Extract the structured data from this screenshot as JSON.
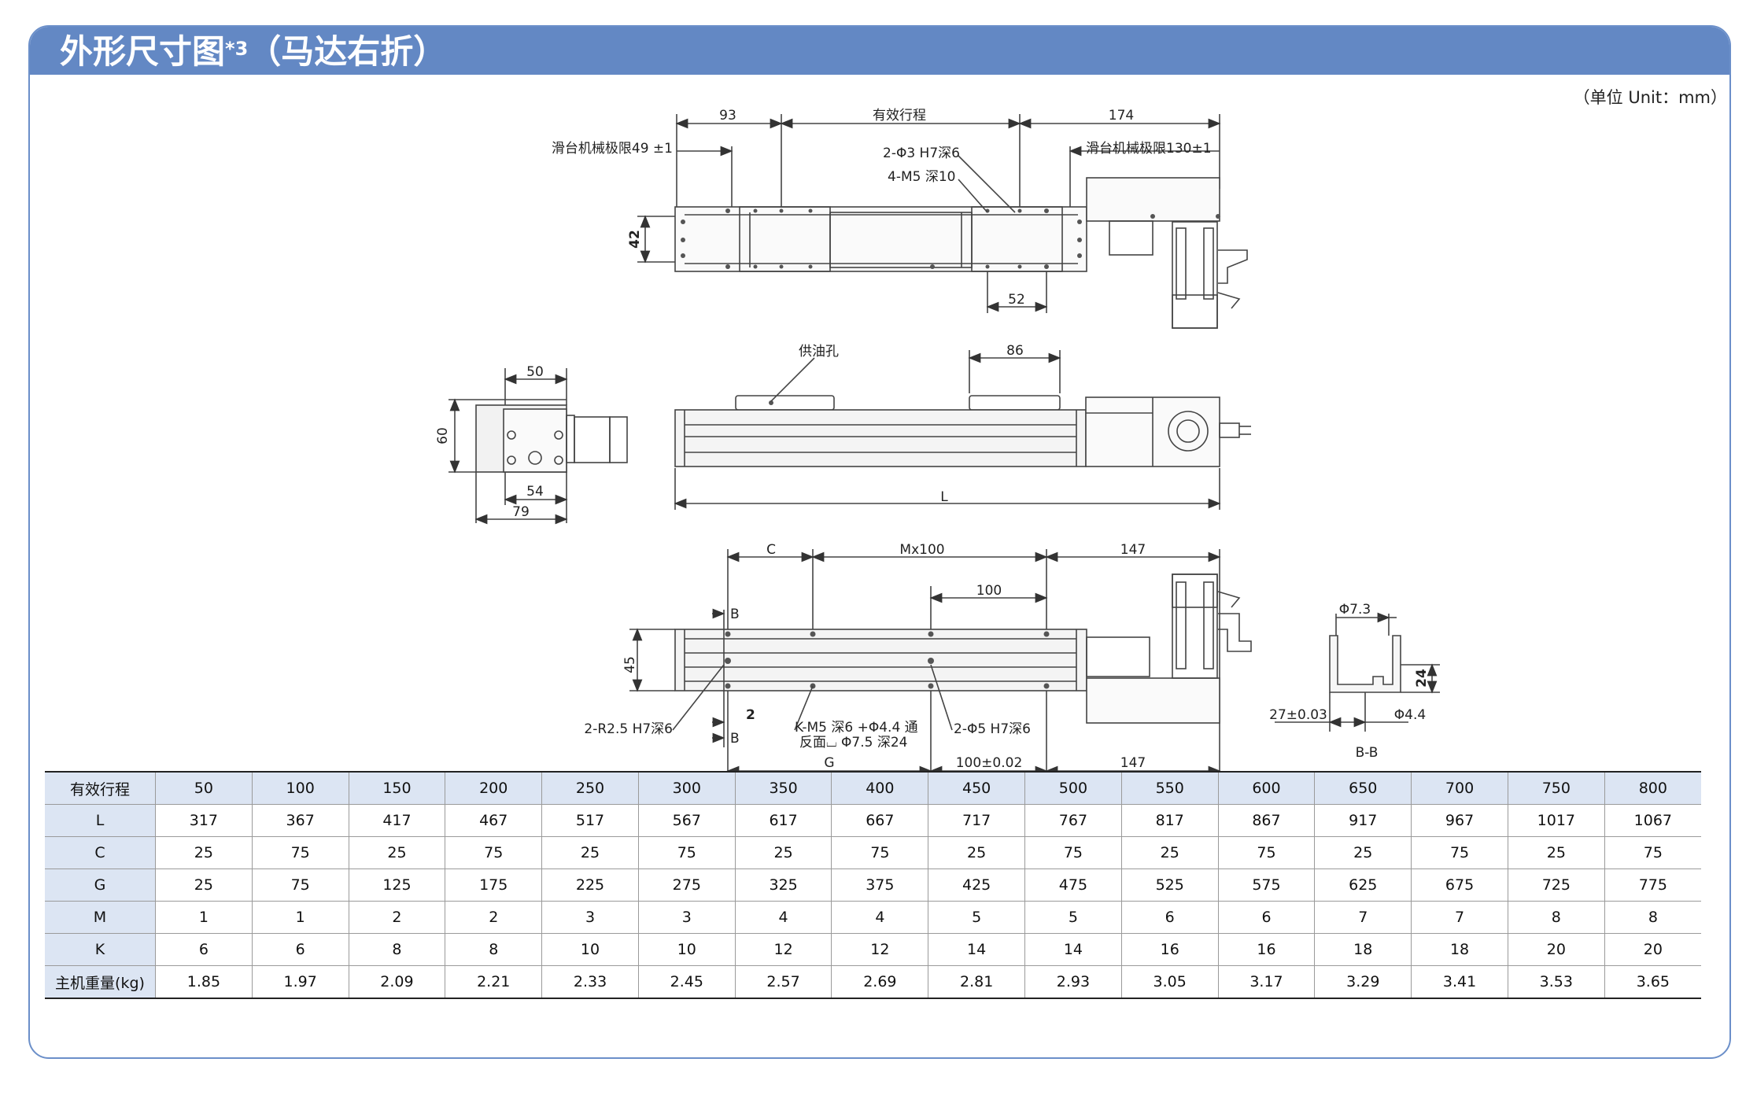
{
  "header": {
    "title": "外形尺寸图",
    "title_sup": "*3",
    "title_suffix": "（马达右折）",
    "unit": "（单位 Unit：mm）"
  },
  "colors": {
    "title_bar": "#6388c4",
    "frame": "#6b8fc9",
    "table_header": "#dce5f3"
  },
  "top_view": {
    "dim_93": "93",
    "dim_stroke": "有效行程",
    "dim_174": "174",
    "limit_left": "滑台机械极限49 ±1",
    "limit_right": "滑台机械极限130±1",
    "hole_a": "2-Φ3 H7深6",
    "hole_b": "4-M5 深10",
    "dim_42": "42",
    "dim_52": "52"
  },
  "side_view": {
    "dim_50": "50",
    "dim_60": "60",
    "dim_54": "54",
    "dim_79": "79",
    "oil_hole": "供油孔",
    "dim_86": "86",
    "dim_L": "L"
  },
  "bottom_view": {
    "dim_C": "C",
    "dim_Mx100": "Mx100",
    "dim_147_top": "147",
    "dim_100": "100",
    "mark_B_top": "B",
    "mark_B_bottom": "B",
    "dim_45": "45",
    "dim_2": "2",
    "note_r": "2-R2.5 H7深6",
    "note_k1": "K-M5 深6 +Φ4.4 通",
    "note_k2": "反面⌴ Φ7.5 深24",
    "note_hole": "2-Φ5 H7深6",
    "dim_G": "G",
    "dim_100_002": "100±0.02",
    "dim_147_bottom": "147"
  },
  "section_bb": {
    "dim_73": "Φ7.3",
    "dim_24": "24",
    "dim_27": "27±0.03",
    "dim_44": "Φ4.4",
    "label": "B-B"
  },
  "spec_table": {
    "rows": [
      [
        "有效行程",
        "50",
        "100",
        "150",
        "200",
        "250",
        "300",
        "350",
        "400",
        "450",
        "500",
        "550",
        "600",
        "650",
        "700",
        "750",
        "800"
      ],
      [
        "L",
        "317",
        "367",
        "417",
        "467",
        "517",
        "567",
        "617",
        "667",
        "717",
        "767",
        "817",
        "867",
        "917",
        "967",
        "1017",
        "1067"
      ],
      [
        "C",
        "25",
        "75",
        "25",
        "75",
        "25",
        "75",
        "25",
        "75",
        "25",
        "75",
        "25",
        "75",
        "25",
        "75",
        "25",
        "75"
      ],
      [
        "G",
        "25",
        "75",
        "125",
        "175",
        "225",
        "275",
        "325",
        "375",
        "425",
        "475",
        "525",
        "575",
        "625",
        "675",
        "725",
        "775"
      ],
      [
        "M",
        "1",
        "1",
        "2",
        "2",
        "3",
        "3",
        "4",
        "4",
        "5",
        "5",
        "6",
        "6",
        "7",
        "7",
        "8",
        "8"
      ],
      [
        "K",
        "6",
        "6",
        "8",
        "8",
        "10",
        "10",
        "12",
        "12",
        "14",
        "14",
        "16",
        "16",
        "18",
        "18",
        "20",
        "20"
      ],
      [
        "主机重量(kg)",
        "1.85",
        "1.97",
        "2.09",
        "2.21",
        "2.33",
        "2.45",
        "2.57",
        "2.69",
        "2.81",
        "2.93",
        "3.05",
        "3.17",
        "3.29",
        "3.41",
        "3.53",
        "3.65"
      ]
    ]
  }
}
